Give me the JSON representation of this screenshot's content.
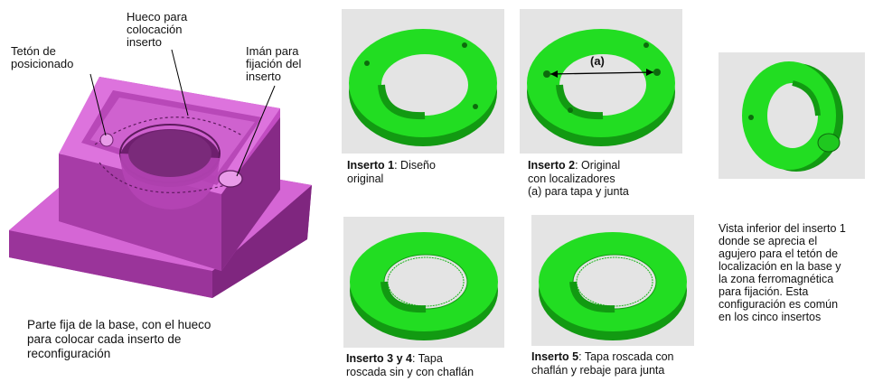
{
  "base": {
    "label_teton": "Tetón de\nposicionado",
    "label_hueco": "Hueco para\ncolocación\ninserto",
    "label_iman": "Imán para\nfijación del\ninserto",
    "caption": "Parte fija de la base, con el hueco\npara colocar cada inserto de\nreconfiguración",
    "colors": {
      "purple": "#cc55cc",
      "purple_dark": "#8e2e8e",
      "purple_light": "#e07fe0"
    }
  },
  "inserts": [
    {
      "bold": "Inserto 1",
      "text": ": Diseño\noriginal"
    },
    {
      "bold": "Inserto 2",
      "text": ": Original\ncon localizadores\n(a) para tapa y junta",
      "marker": "(a)"
    },
    {
      "bold": "Inserto 3 y 4",
      "text": ": Tapa\nroscada sin y con chaflán"
    },
    {
      "bold": "Inserto 5",
      "text": ": Tapa roscada con\nchaflán y rebaje para junta"
    }
  ],
  "bottom_view": {
    "caption": "Vista inferior del inserto 1\ndonde se aprecia el\nagujero para el tetón de\nlocalización en la base y\nla zona ferromagnética\npara fijación. Esta\nconfiguración es común\nen los cinco insertos"
  },
  "colors": {
    "green": "#22dd22",
    "green_dark": "#129a12",
    "panel_bg": "#e8e8e8"
  }
}
